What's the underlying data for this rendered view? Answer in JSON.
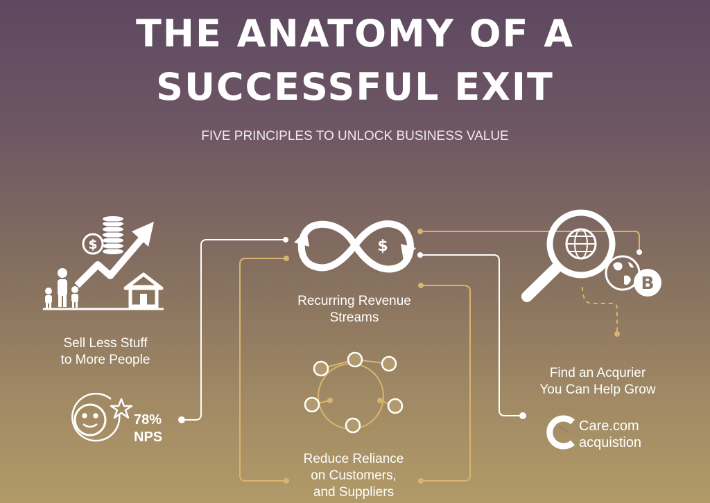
{
  "title": {
    "line1": "THE ANATOMY OF A",
    "line2": "SUCCESSFUL EXIT"
  },
  "subtitle": "FIVE PRINCIPLES TO UNLOCK BUSINESS VALUE",
  "principles": {
    "sell_less": {
      "line1": "Sell Less Stuff",
      "line2": "to More People"
    },
    "recurring": {
      "line1": "Recurring Revenue",
      "line2": "Streams"
    },
    "reduce": {
      "line1": "Reduce Reliance",
      "line2": "on Customers,",
      "line3": "and Suppliers"
    },
    "acquirer": {
      "line1": "Find an Acqurier",
      "line2": "You Can Help Grow"
    }
  },
  "nps": {
    "line1": "78%",
    "line2": "NPS"
  },
  "care": {
    "line1": "Care.com",
    "line2": "acquistion"
  },
  "icons": {
    "money_growth": "money-growth-icon",
    "infinity": "infinity-dollar-icon",
    "network": "network-icon",
    "magnifier": "magnifier-globe-icon",
    "globe_b": "globe-b-icon",
    "smiley": "smiley-star-icon",
    "care_logo": "care-logo-icon"
  },
  "colors": {
    "white_line": "#ffffff",
    "gold_line": "#d8b56e",
    "dollar_sign": "$",
    "b_letter": "B"
  }
}
